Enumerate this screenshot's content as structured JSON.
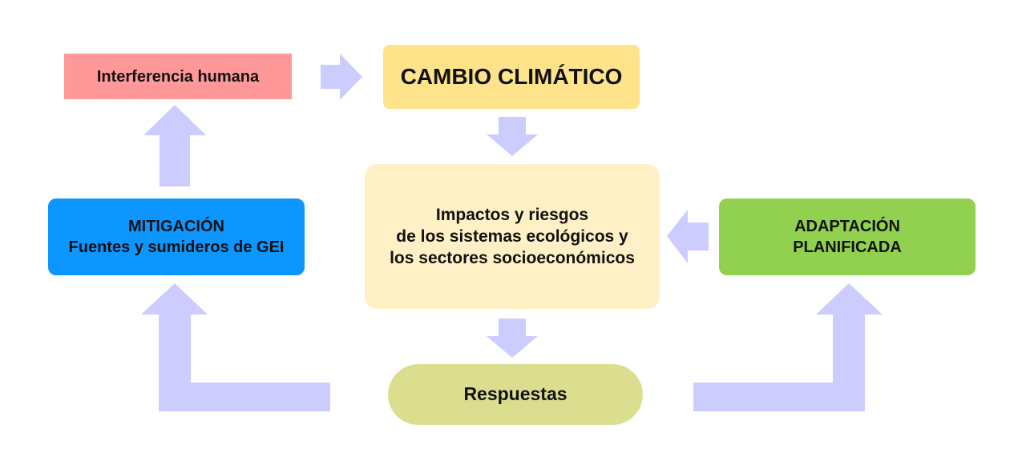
{
  "diagram": {
    "nodes": {
      "interferencia": {
        "label": "Interferencia humana",
        "color": "#ff9999"
      },
      "cambio": {
        "label": "CAMBIO CLIMÁTICO",
        "color": "#ffe38a"
      },
      "impactos": {
        "lines": [
          "Impactos y riesgos",
          "de los sistemas ecológicos y",
          "los sectores socioeconómicos"
        ],
        "color": "#fff1c5"
      },
      "mitigacion": {
        "lines": [
          "MITIGACIÓN",
          "Fuentes y sumideros de GEI"
        ],
        "color": "#0d96ff"
      },
      "adaptacion": {
        "lines": [
          "ADAPTACIÓN",
          "PLANIFICADA"
        ],
        "color": "#92d050"
      },
      "respuestas": {
        "label": "Respuestas",
        "color": "#dcde8f"
      }
    },
    "edges": [
      {
        "from": "interferencia",
        "to": "cambio"
      },
      {
        "from": "cambio",
        "to": "impactos"
      },
      {
        "from": "impactos",
        "to": "respuestas"
      },
      {
        "from": "respuestas",
        "to": "mitigacion"
      },
      {
        "from": "respuestas",
        "to": "adaptacion"
      },
      {
        "from": "mitigacion",
        "to": "interferencia"
      },
      {
        "from": "adaptacion",
        "to": "impactos"
      }
    ],
    "arrow_color": "#ccccff"
  }
}
